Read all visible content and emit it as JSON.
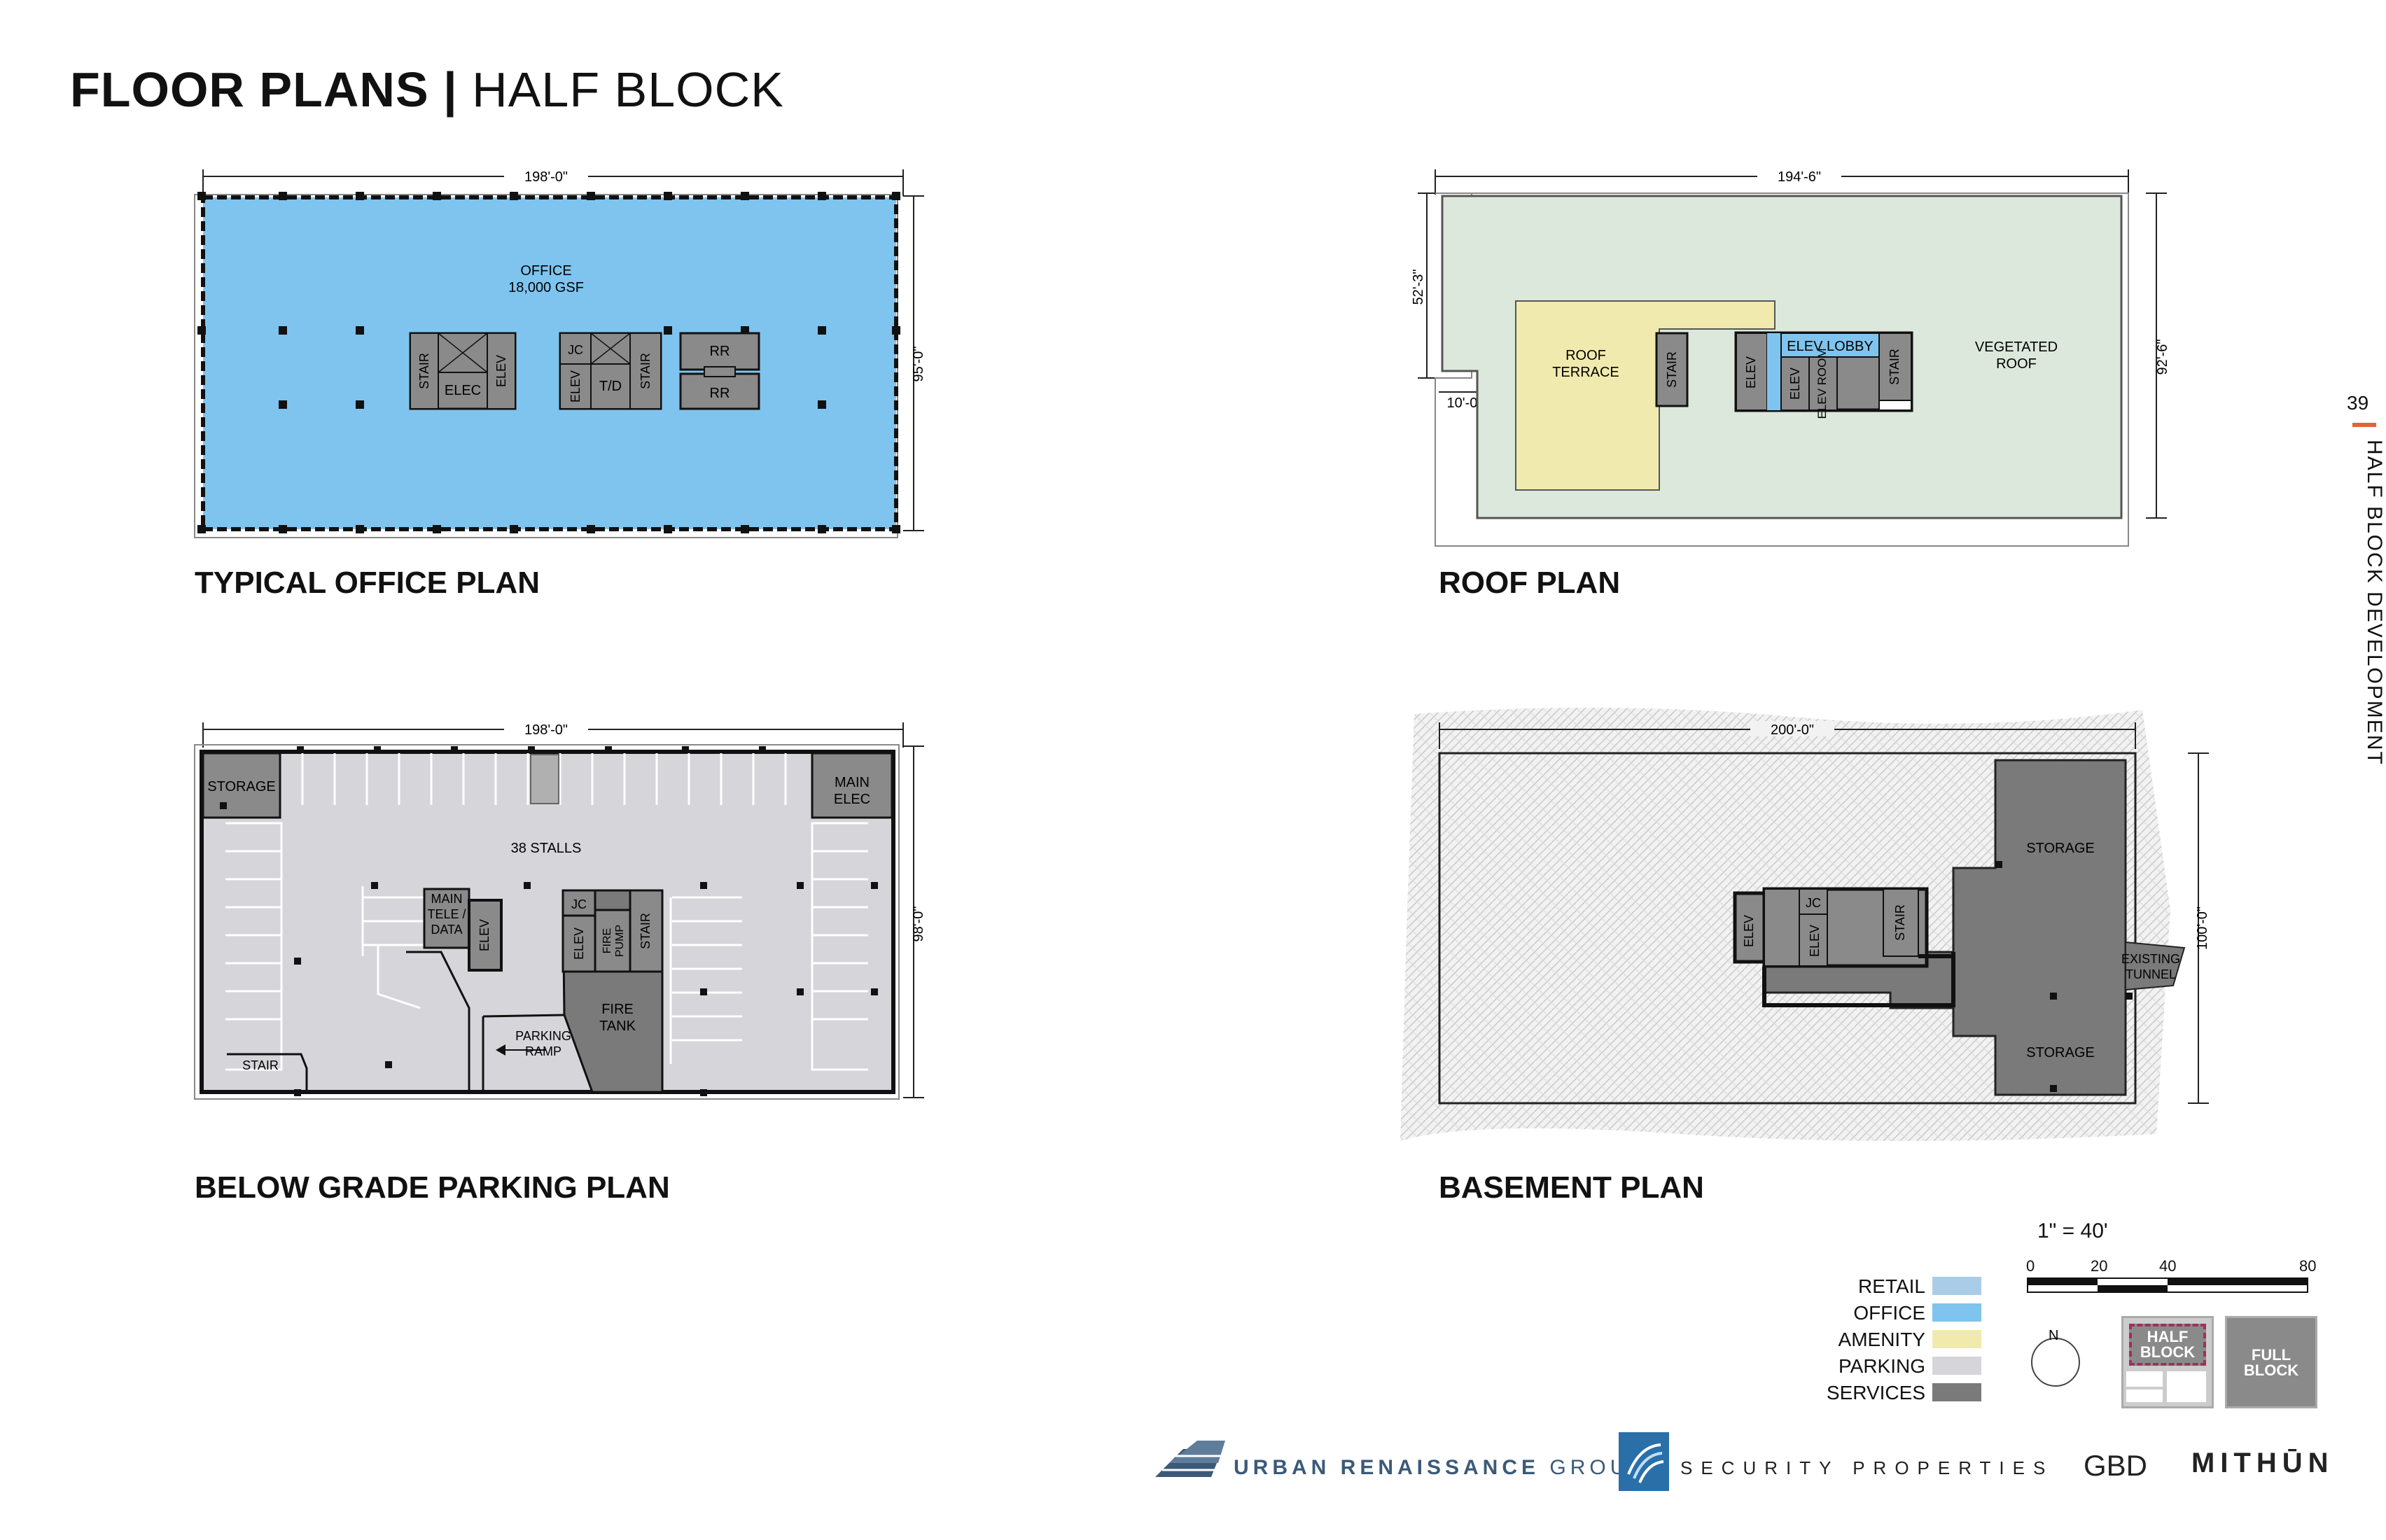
{
  "page": {
    "title_bold": "FLOOR PLANS |",
    "title_light": "HALF BLOCK",
    "page_number": "39",
    "side_label": "HALF BLOCK DEVELOPMENT"
  },
  "plans": {
    "office": {
      "label": "TYPICAL OFFICE PLAN",
      "dim_width": "198'-0\"",
      "dim_depth": "95'-0\"",
      "area_name": "OFFICE",
      "area_size": "18,000 GSF",
      "rooms": [
        "STAIR",
        "ELEC",
        "ELEV",
        "JC",
        "ELEV",
        "T/D",
        "STAIR",
        "RR",
        "RR"
      ]
    },
    "roof": {
      "label": "ROOF PLAN",
      "dim_width": "194'-6\"",
      "dim_depth": "92'-6\"",
      "dim_offset_v": "52'-3\"",
      "dim_offset_h": "10'-0\"",
      "terrace": "ROOF TERRACE",
      "vegetated": "VEGETATED ROOF",
      "elev_lobby": "ELEV LOBBY",
      "rooms": [
        "STAIR",
        "ELEV",
        "ELEV",
        "ELEV ROOM",
        "STAIR"
      ]
    },
    "parking": {
      "label": "BELOW GRADE PARKING PLAN",
      "dim_width": "198'-0\"",
      "dim_depth": "98'-0\"",
      "stalls": "38 STALLS",
      "storage": "STORAGE",
      "main_elec": "MAIN ELEC",
      "tele": "MAIN TELE / DATA",
      "fire_tank": "FIRE TANK",
      "fire_pump": "FIRE PUMP",
      "ramp": "PARKING RAMP",
      "stair": "STAIR",
      "rooms": [
        "ELEV",
        "JC",
        "ELEV",
        "STAIR"
      ]
    },
    "basement": {
      "label": "BASEMENT PLAN",
      "dim_width": "200'-0\"",
      "dim_depth": "100'-0\"",
      "storage_top": "STORAGE",
      "storage_bottom": "STORAGE",
      "tunnel": "EXISTING TUNNEL",
      "rooms": [
        "ELEV",
        "JC",
        "ELEV",
        "STAIR"
      ]
    }
  },
  "legend": {
    "items": [
      {
        "label": "RETAIL",
        "color": "#a9cde8"
      },
      {
        "label": "OFFICE",
        "color": "#7fc4ee"
      },
      {
        "label": "AMENITY",
        "color": "#f1eaae"
      },
      {
        "label": "PARKING",
        "color": "#d6d6da"
      },
      {
        "label": "SERVICES",
        "color": "#7a7a7a"
      }
    ]
  },
  "scale": {
    "ratio": "1\" = 40'",
    "ticks": [
      "0",
      "20",
      "40",
      "80"
    ]
  },
  "keyplan": {
    "half": "HALF BLOCK",
    "full": "FULL BLOCK",
    "north": "N"
  },
  "logos": {
    "urban": "URBAN RENAISSANCE",
    "urban_group": "GROUP",
    "security": "SECURITY PROPERTIES",
    "gbd": "GBD",
    "mithun": "MITHŪN"
  },
  "colors": {
    "office": "#7fc4ee",
    "amenity": "#f1eaae",
    "vegetated": "#dde8dc",
    "parking": "#d6d6da",
    "services": "#7a7a7a",
    "accent": "#e0653a"
  }
}
